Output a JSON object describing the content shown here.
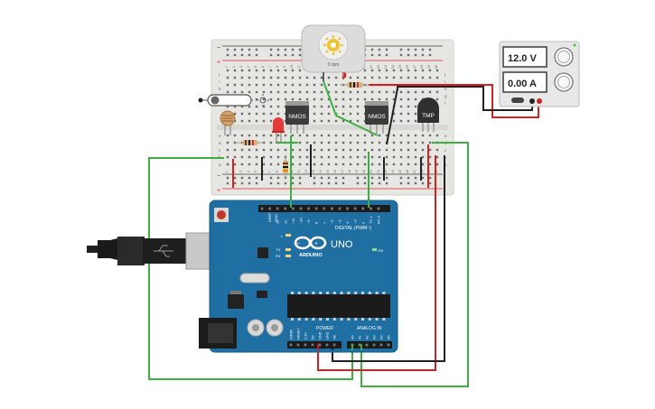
{
  "power_supply": {
    "voltage_display": "12.0 V",
    "current_display": "0.00 A"
  },
  "motor": {
    "speed_label": "0 rpm"
  },
  "breadboard": {
    "column_numbers_top": [
      "1",
      "2",
      "3",
      "4",
      "5",
      "6",
      "7",
      "8",
      "9",
      "10",
      "11",
      "12",
      "13",
      "14",
      "15",
      "16",
      "17",
      "18",
      "19",
      "20",
      "21",
      "22",
      "23",
      "24",
      "25",
      "26",
      "27",
      "28",
      "29",
      "30"
    ],
    "row_letters": [
      "j",
      "i",
      "h",
      "g",
      "f",
      "e",
      "d",
      "c",
      "b",
      "a"
    ]
  },
  "components": {
    "transistor_1": "NMOS",
    "transistor_2": "NMOS",
    "temp_sensor": "TMP"
  },
  "arduino": {
    "brand": "ARDUINO",
    "model": "UNO",
    "digital_header_label": "DIGITAL (PWM~)",
    "power_header_label": "POWER",
    "analog_header_label": "ANALOG IN",
    "aref_label": "AREF",
    "gnd_label": "GND",
    "led_l_label": "L",
    "led_tx_label": "TX",
    "led_rx_label": "RX",
    "on_label": "ON",
    "digital_pins": [
      "13",
      "12",
      "~11",
      "~10",
      "~9",
      "8",
      "7",
      "~6",
      "~5",
      "4",
      "~3",
      "2",
      "TX 1",
      "RX 0"
    ],
    "power_pins": [
      "IOREF",
      "RESET",
      "3.3V",
      "5V",
      "GND",
      "GND",
      "Vin"
    ],
    "analog_pins": [
      "A0",
      "A1",
      "A2",
      "A3",
      "A4",
      "A5"
    ]
  },
  "colors": {
    "board_blue": "#1f6fa3",
    "wire_green": "#3cb043",
    "wire_red": "#d62020",
    "wire_black": "#222222",
    "breadboard": "#e9e9e6"
  }
}
